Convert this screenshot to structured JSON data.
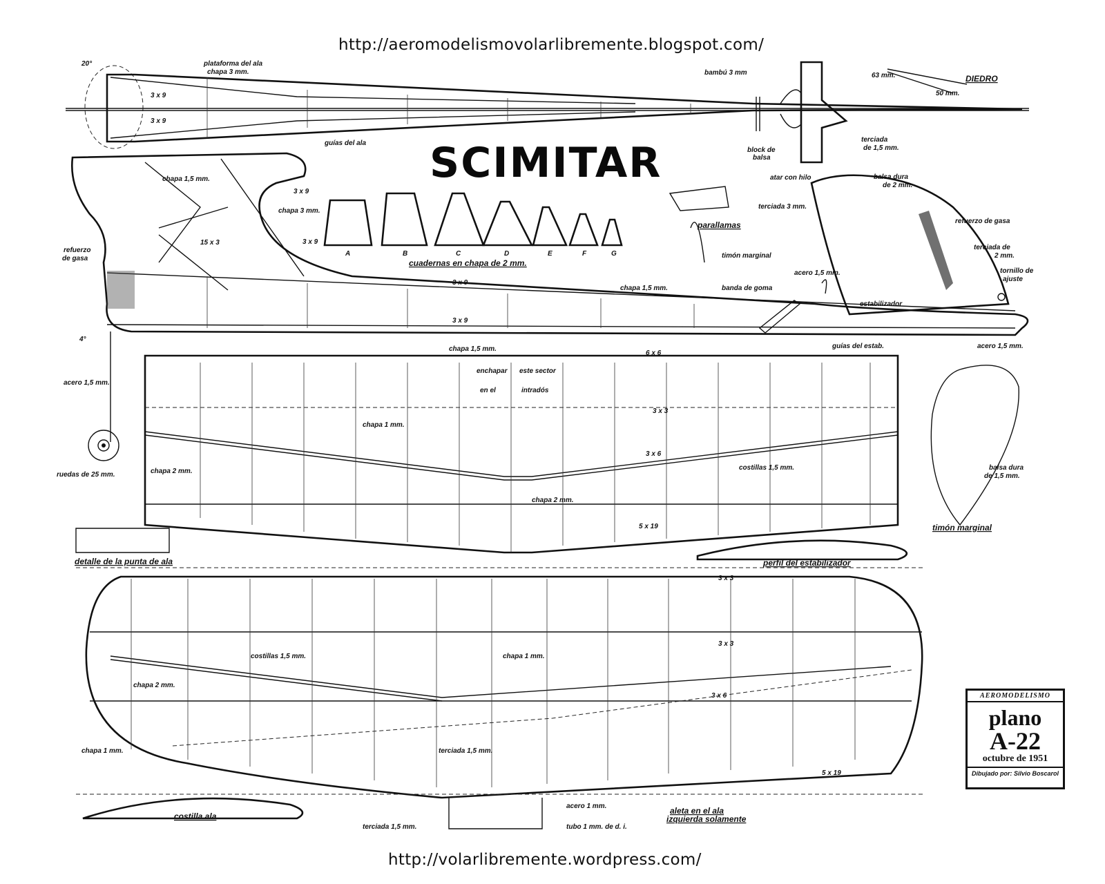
{
  "urls": {
    "top": "http://aeromodelismovolarlibremente.blogspot.com/",
    "bottom": "http://volarlibremente.wordpress.com/"
  },
  "title": "SCIMITAR",
  "title_block": {
    "header": "AEROMODELISMO",
    "plan": "plano",
    "code": "A-22",
    "date": "octubre de 1951",
    "author": "Dibujado por: Silvio Boscarol"
  },
  "top_view": {
    "angle": "20°",
    "wing_platform": "plataforma del ala",
    "sheet3": "chapa 3 mm.",
    "spar1": "3 x 9",
    "spar2": "3 x 9",
    "bamboo": "bambú 3 mm",
    "block": "block de",
    "block2": "balsa",
    "plywood": "terciada",
    "plywood2": "de 1,5 mm.",
    "dihedral": "DIEDRO",
    "d63": "63 mm.",
    "d50": "50 mm."
  },
  "side_view": {
    "wing_guides": "guías del ala",
    "sheet15": "chapa 1,5 mm.",
    "sheet3": "chapa 3 mm.",
    "s3x9a": "3 x 9",
    "s3x9b": "3 x 9",
    "s15x3": "15 x 3",
    "gauze": "refuerzo",
    "gauze2": "de gasa",
    "s3x9c": "3 x 9",
    "s3x9d": "3 x 9",
    "sheet15b": "chapa 1,5 mm.",
    "angle4": "4°",
    "steel15": "acero 1,5 mm.",
    "wheels": "ruedas de 25 mm.",
    "sheet15c": "chapa 1,5 mm.",
    "rubber": "banda de goma",
    "stab_guides": "guías del estab.",
    "steel15b": "acero 1,5 mm.",
    "steel15c": "acero 1,5 mm.",
    "tip_rudder": "timón marginal",
    "stabilizer": "estabilizador",
    "hard_balsa": "balsa dura",
    "hard_balsa2": "de 2 mm.",
    "gauze_r": "refuerzo de gasa",
    "plywood2a": "terciada de",
    "plywood2b": "2 mm.",
    "screw": "tornillo de",
    "screw2": "ajuste",
    "tie": "atar con hilo",
    "plywood3": "terciada 3 mm.",
    "parallamas": "parallamas",
    "formers": [
      "A",
      "B",
      "C",
      "D",
      "E",
      "F",
      "G"
    ],
    "formers_label": "cuadernas en chapa de 2 mm."
  },
  "stab_plan": {
    "s6x6": "6 x 6",
    "sheet_note1": "enchapar",
    "sheet_note2": "este sector",
    "sheet_note3": "en el",
    "sheet_note4": "intradós",
    "s3x3": "3 x 3",
    "sheet1": "chapa 1 mm.",
    "s3x6": "3 x 6",
    "ribs": "costillas 1,5 mm.",
    "sheet2": "chapa 2 mm.",
    "sheet2b": "chapa 2 mm.",
    "s5x19": "5 x 19",
    "tip_detail": "detalle de la punta de ala",
    "stab_profile": "perfil del estabilizador",
    "tip_rudder": "timón marginal",
    "hard_balsa": "balsa dura",
    "hard_balsa2": "de 1,5 mm."
  },
  "wing_plan": {
    "s3x3a": "3 x 3",
    "s3x3b": "3 x 3",
    "ribs": "costillas 1,5 mm.",
    "sheet1": "chapa 1 mm.",
    "sheet2": "chapa 2 mm.",
    "s3x6": "3 x 6",
    "sheet1b": "chapa 1 mm.",
    "plywood": "terciada 1,5 mm.",
    "s5x19": "5 x 19",
    "wing_rib": "costilla ala",
    "steel1": "acero 1 mm.",
    "tube": "tubo 1 mm. de d. i.",
    "plywood_b": "terciada 1,5 mm.",
    "fin1": "aleta en el ala",
    "fin2": "izquierda solamente"
  }
}
